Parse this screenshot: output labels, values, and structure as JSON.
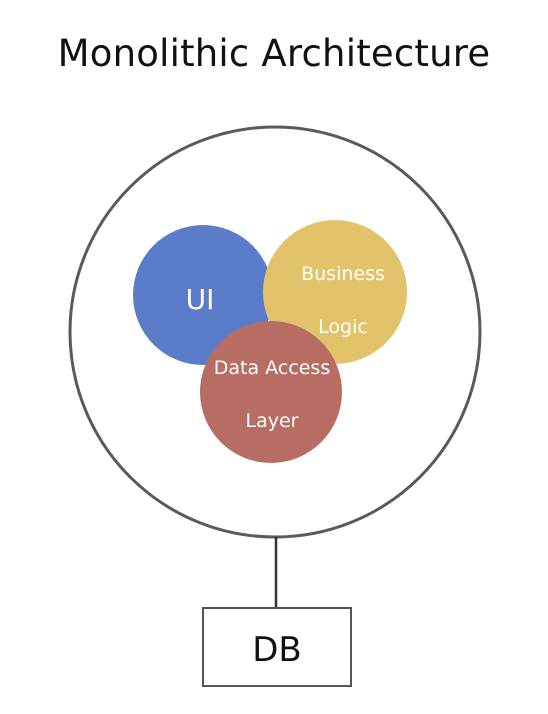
{
  "title": "Monolithic Architecture",
  "components": {
    "ui": {
      "label": "UI",
      "color": "#5B7CC9"
    },
    "business_logic": {
      "label_line1": "Business",
      "label_line2": "Logic",
      "color": "#E3C36A"
    },
    "data_access_layer": {
      "label_line1": "Data Access",
      "label_line2": "Layer",
      "color": "#B86D64"
    }
  },
  "database": {
    "label": "DB"
  },
  "colors": {
    "outline": "#5A5A5A",
    "text": "#111111"
  }
}
